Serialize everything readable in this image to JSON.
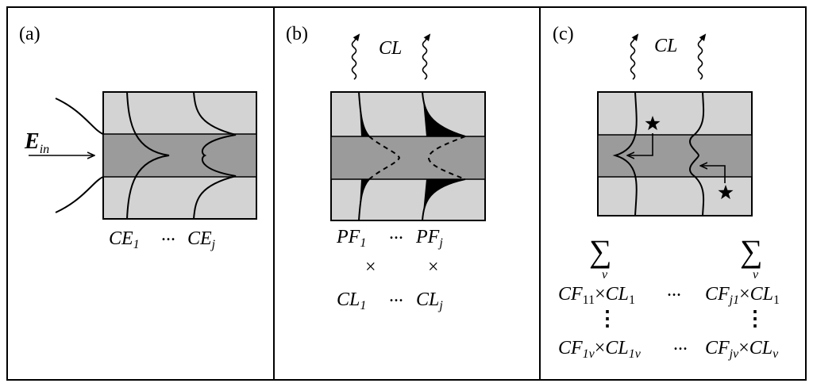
{
  "panels": {
    "a": {
      "label": "(a)",
      "field_main": "E",
      "field_sub": "in",
      "ce_first_main": "CE",
      "ce_first_sub": "1",
      "ellipsis": "...",
      "ce_last_main": "CE",
      "ce_last_sub": "j"
    },
    "b": {
      "label": "(b)",
      "cl_label": "CL",
      "pf_first_main": "PF",
      "pf_first_sub": "1",
      "ellipsis": "...",
      "pf_last_main": "PF",
      "pf_last_sub": "j",
      "times": "×",
      "cl_first_main": "CL",
      "cl_first_sub": "1",
      "cl_last_main": "CL",
      "cl_last_sub": "j"
    },
    "c": {
      "label": "(c)",
      "cl_label": "CL",
      "sum_symbol": "∑",
      "sum_index": "ν",
      "times": "×",
      "ellipsis": "...",
      "vdots": "⋮",
      "row1_left_cf": "CF",
      "row1_left_cf_sub": "11",
      "row1_left_cl": "CL",
      "row1_left_cl_sub": "1",
      "row1_right_cf": "CF",
      "row1_right_cf_sub": "j1",
      "row1_right_cl": "CL",
      "row1_right_cl_sub": "1",
      "row2_left_cf": "CF",
      "row2_left_cf_sub": "1ν",
      "row2_left_cl": "CL",
      "row2_left_cl_sub": "1ν",
      "row2_right_cf": "CF",
      "row2_right_cf_sub": "jν",
      "row2_right_cl": "CL",
      "row2_right_cl_sub": "ν"
    }
  },
  "icons": [
    "arrow-right-icon",
    "wavy-arrow-icon",
    "star-icon"
  ],
  "colors": {
    "outer_layer": "#d3d3d3",
    "core_layer": "#9b9b9b",
    "line": "#000000"
  }
}
